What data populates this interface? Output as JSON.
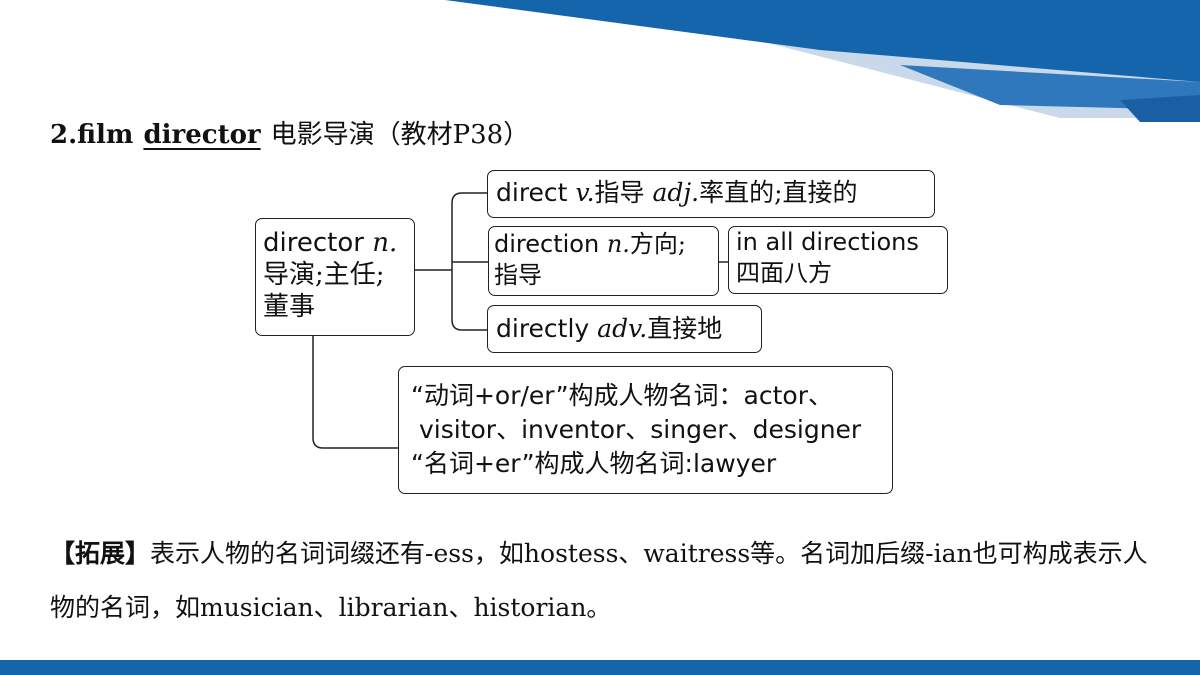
{
  "heading": {
    "number": "2.film",
    "word": "director",
    "meaning": "电影导演（教材P38）"
  },
  "mindmap": {
    "root": {
      "word": "director",
      "pos": "n.",
      "line1": "导演;主任;",
      "line2": "董事"
    },
    "direct": {
      "word": "direct",
      "pos1": "v.",
      "m1": "指导",
      "pos2": "adj.",
      "m2": "率直的;直接的"
    },
    "direction": {
      "word": "direction",
      "pos": "n.",
      "m1": "方向;",
      "m2": "指导"
    },
    "phrase": {
      "text": "in all directions",
      "meaning": "四面八方"
    },
    "directly": {
      "word": "directly",
      "pos": "adv.",
      "meaning": "直接地"
    },
    "suffix": {
      "line1": "“动词+or/er”构成人物名词：actor、",
      "line2": "visitor、inventor、singer、designer",
      "line3": "“名词+er”构成人物名词:lawyer"
    }
  },
  "extension": {
    "label": "【拓展】",
    "text": "表示人物的名词词缀还有-ess，如hostess、waitress等。名词加后缀-ian也可构成表示人物的名词，如musician、librarian、historian。"
  },
  "colors": {
    "band_dark": "#1565ac",
    "band_light": "#bfd3e6",
    "line": "#222222"
  }
}
